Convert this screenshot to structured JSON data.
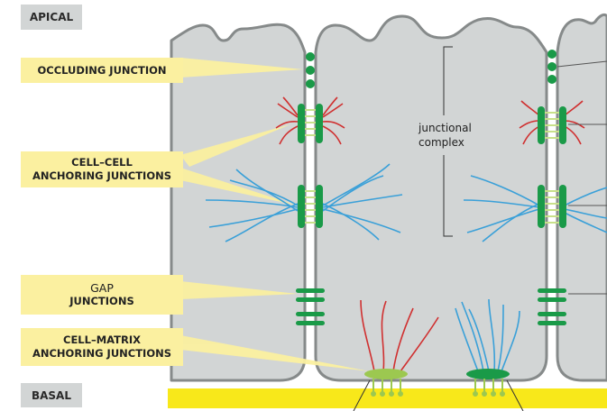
{
  "regions": {
    "apical": "APICAL",
    "basal": "BASAL"
  },
  "labels": {
    "occluding": {
      "line1": "OCCLUDING JUNCTION"
    },
    "cell_cell": {
      "line1": "CELL–CELL",
      "line2": "ANCHORING JUNCTIONS"
    },
    "gap": {
      "line1": "GAP",
      "line2": "JUNCTIONS"
    },
    "cell_matrix": {
      "line1": "CELL–MATRIX",
      "line2": "ANCHORING JUNCTIONS"
    }
  },
  "annotation": {
    "junctional_complex": {
      "line1": "junctional",
      "line2": "complex"
    }
  },
  "colors": {
    "cell": "#d2d5d5",
    "membrane": "#868a8a",
    "junction_green": "#1a9a48",
    "linker": "#c8e08a",
    "actin_red": "#d03030",
    "keratin_blue": "#3aa0d8",
    "basal_lamina": "#f8e81a",
    "callout": "#fbf0a0",
    "hemidesmosome_light": "#9cc850"
  }
}
